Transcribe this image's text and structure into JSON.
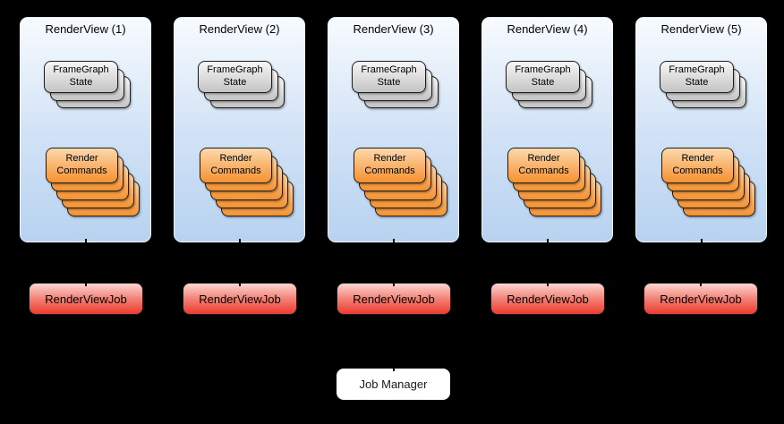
{
  "diagram": {
    "panels": [
      {
        "title": "RenderView (1)",
        "job_label": "RenderViewJob"
      },
      {
        "title": "RenderView (2)",
        "job_label": "RenderViewJob"
      },
      {
        "title": "RenderView (3)",
        "job_label": "RenderViewJob"
      },
      {
        "title": "RenderView (4)",
        "job_label": "RenderViewJob"
      },
      {
        "title": "RenderView (5)",
        "job_label": "RenderViewJob"
      }
    ],
    "stacks": {
      "framegraph": {
        "label": "FrameGraph State",
        "copies": 3
      },
      "commands": {
        "label": "Render Commands",
        "copies": 5
      }
    },
    "job_manager": {
      "label": "Job Manager"
    }
  },
  "colors": {
    "background": "#000000",
    "panel_top": "#f7fbfe",
    "panel_mid": "#d3e3f6",
    "panel_bottom": "#b7d2f0",
    "gray_top": "#f7f7f7",
    "gray_bottom": "#c4c4c4",
    "orange_top": "#fcd9ad",
    "orange_bottom": "#f5912f",
    "red_top": "#fbd6d1",
    "red_mid": "#f2796d",
    "red_bottom": "#ec3b2f",
    "manager_bg": "#ffffff"
  }
}
